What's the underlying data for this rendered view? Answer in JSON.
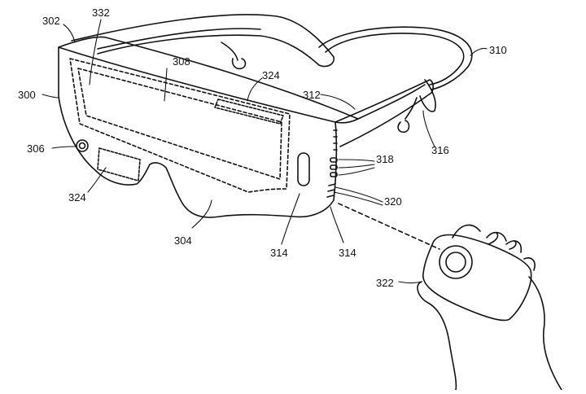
{
  "figure": {
    "labels": {
      "l302": "302",
      "l332": "332",
      "l310": "310",
      "l308": "308",
      "l324_top": "324",
      "l300": "300",
      "l312": "312",
      "l306": "306",
      "l316": "316",
      "l318": "318",
      "l324_bottom": "324",
      "l320": "320",
      "l304": "304",
      "l314_left": "314",
      "l314_right": "314",
      "l322": "322"
    }
  }
}
